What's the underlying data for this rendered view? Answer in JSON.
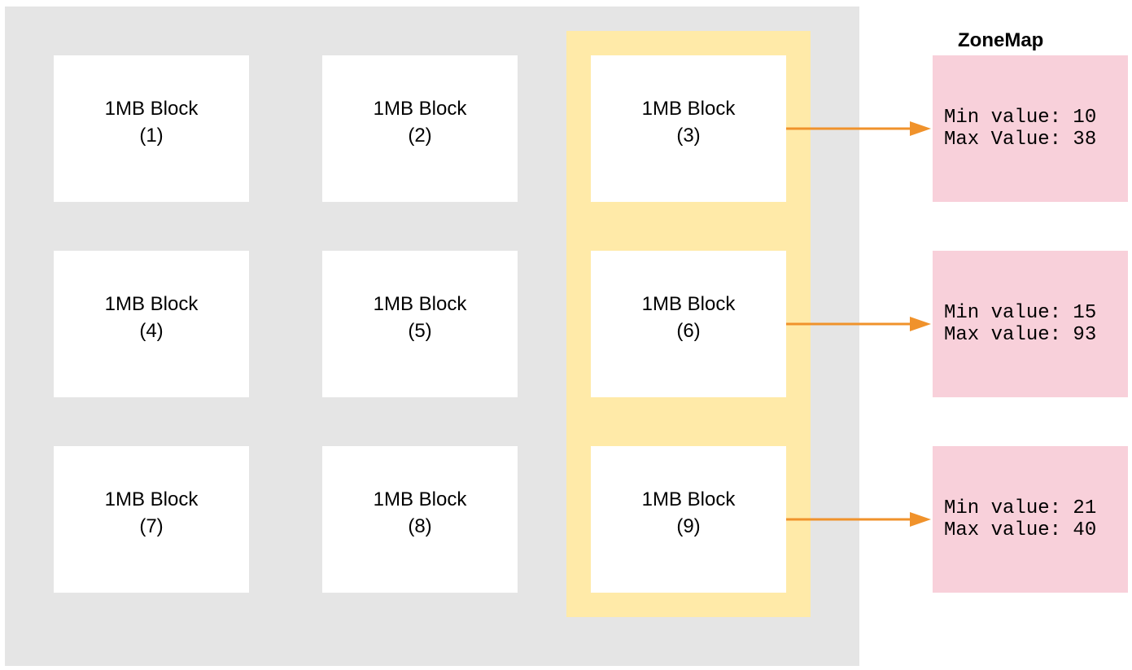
{
  "colors": {
    "storage_background": "#e5e5e5",
    "highlight_column": "#ffeaa8",
    "block_fill": "#ffffff",
    "zonemap_fill": "#f8d0da",
    "arrow": "#f0922b"
  },
  "blocks": [
    {
      "label": "1MB Block",
      "index": "(1)"
    },
    {
      "label": "1MB Block",
      "index": "(2)"
    },
    {
      "label": "1MB Block",
      "index": "(3)"
    },
    {
      "label": "1MB Block",
      "index": "(4)"
    },
    {
      "label": "1MB Block",
      "index": "(5)"
    },
    {
      "label": "1MB Block",
      "index": "(6)"
    },
    {
      "label": "1MB Block",
      "index": "(7)"
    },
    {
      "label": "1MB Block",
      "index": "(8)"
    },
    {
      "label": "1MB Block",
      "index": "(9)"
    }
  ],
  "zonemap": {
    "title": "ZoneMap",
    "entries": [
      {
        "min": "Min value: 10",
        "max": "Max Value: 38"
      },
      {
        "min": "Min value: 15",
        "max": "Max value: 93"
      },
      {
        "min": "Min value: 21",
        "max": "Max value: 40"
      }
    ]
  }
}
